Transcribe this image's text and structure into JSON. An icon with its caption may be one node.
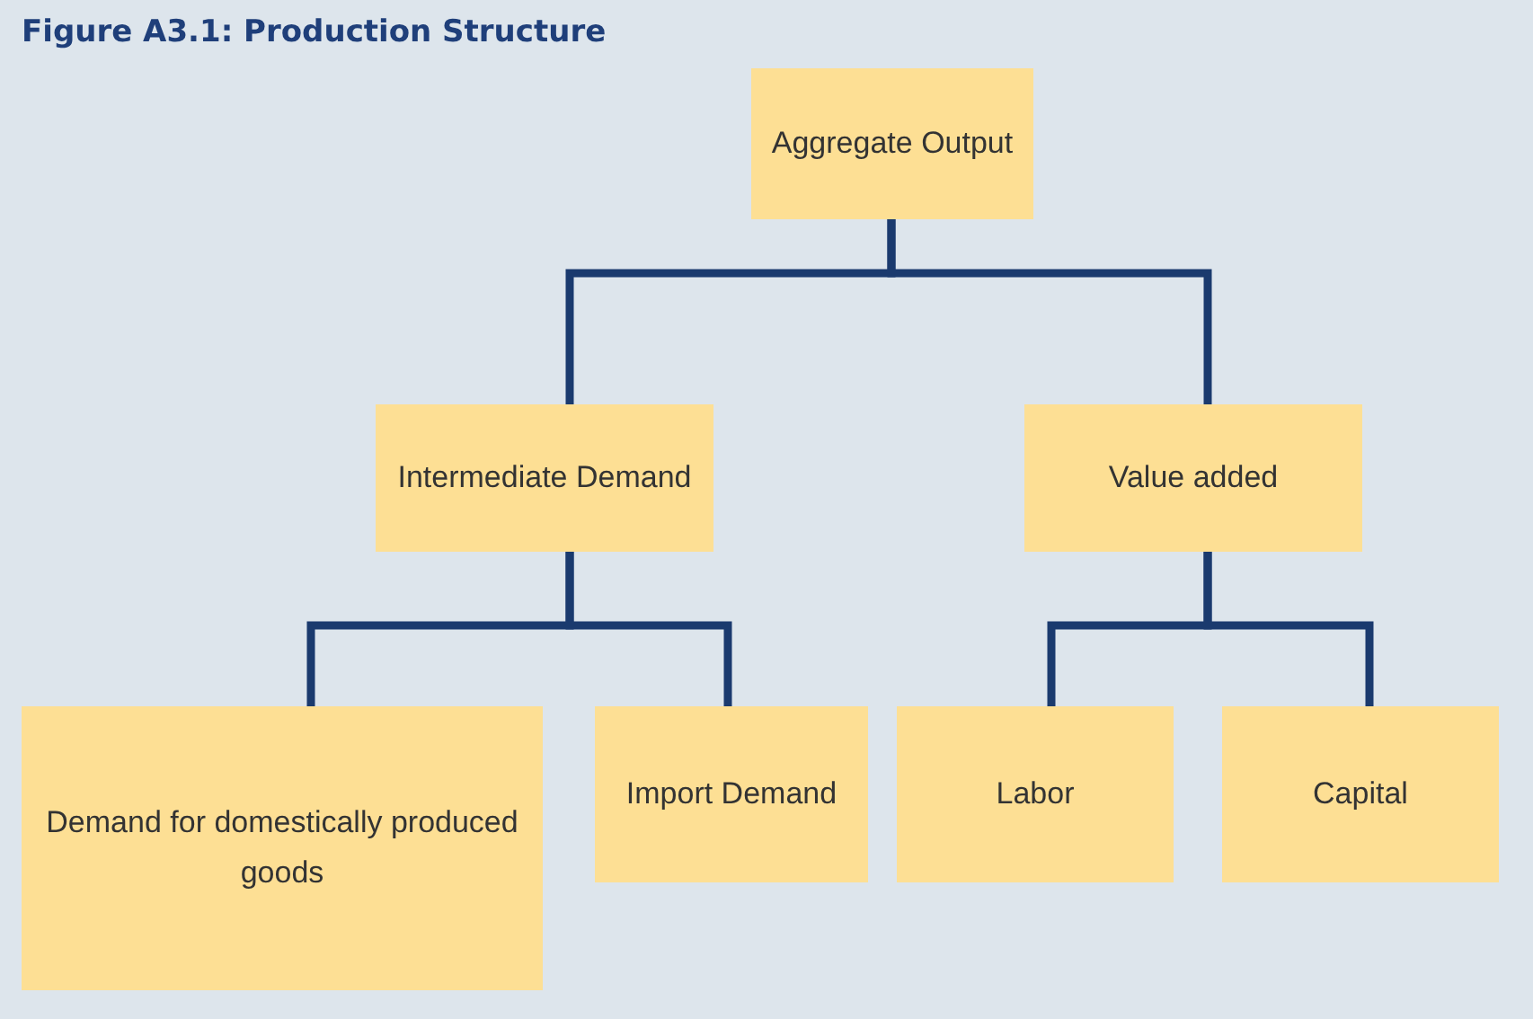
{
  "diagram": {
    "title": "Figure A3.1: Production Structure",
    "nodes": [
      {
        "text": [
          "Aggregate Output"
        ]
      },
      {
        "text": [
          "Intermediate Demand"
        ]
      },
      {
        "text": [
          "Value added"
        ]
      },
      {
        "text": [
          "Demand for domestically produced goods"
        ]
      },
      {
        "text": [
          "Import Demand"
        ]
      },
      {
        "text": [
          "Labor"
        ]
      },
      {
        "text": [
          "Capital"
        ]
      }
    ],
    "edges": [
      {
        "from": 0,
        "to": 1,
        "arrow": "none"
      },
      {
        "from": 0,
        "to": 2,
        "arrow": "none"
      },
      {
        "from": 1,
        "to": 3,
        "arrow": "none"
      },
      {
        "from": 1,
        "to": 4,
        "arrow": "none"
      },
      {
        "from": 2,
        "to": 5,
        "arrow": "none"
      },
      {
        "from": 2,
        "to": 6,
        "arrow": "none"
      }
    ]
  }
}
